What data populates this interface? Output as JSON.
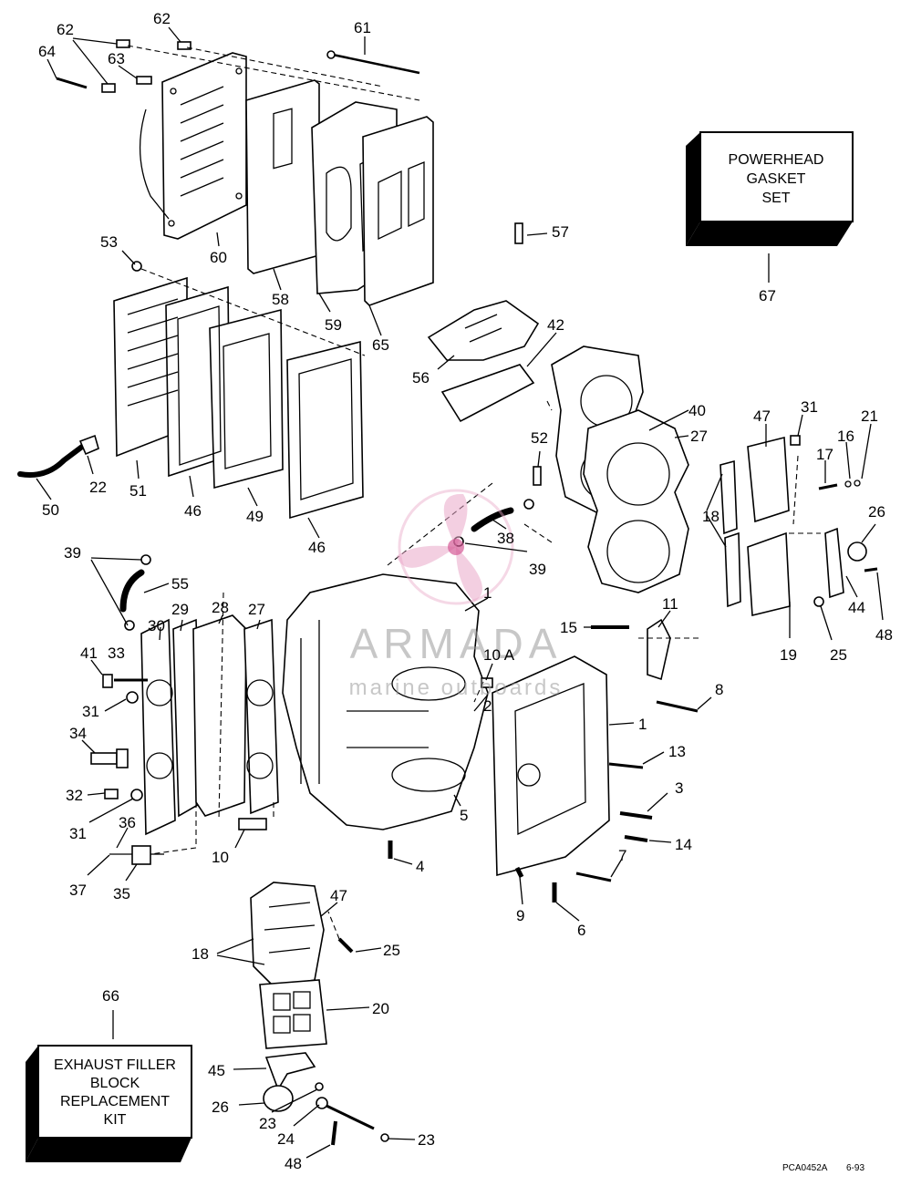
{
  "boxes": {
    "powerhead": [
      "POWERHEAD",
      "GASKET",
      "SET"
    ],
    "exhaust": [
      "EXHAUST FILLER",
      "BLOCK",
      "REPLACEMENT",
      "KIT"
    ]
  },
  "watermark": {
    "brand": "ARMADA",
    "tagline": "marine outboards"
  },
  "reference": {
    "code": "PCA0452A",
    "date": "6-93"
  },
  "labels": {
    "l62a": "62",
    "l62b": "62",
    "l64": "64",
    "l63": "63",
    "l61": "61",
    "l60": "60",
    "l58": "58",
    "l59": "59",
    "l65": "65",
    "l67": "67",
    "l53": "53",
    "l57": "57",
    "l42": "42",
    "l56": "56",
    "l40": "40",
    "l27a": "27",
    "l31a": "31",
    "l47a": "47",
    "l21": "21",
    "l16": "16",
    "l17": "17",
    "l52": "52",
    "l18a": "18",
    "l26a": "26",
    "l22": "22",
    "l51": "51",
    "l46a": "46",
    "l49": "49",
    "l46b": "46",
    "l50": "50",
    "l38": "38",
    "l39a": "39",
    "l39b": "39",
    "l55": "55",
    "l44": "44",
    "l48a": "48",
    "l1a": "1",
    "l19": "19",
    "l25a": "25",
    "l30": "30",
    "l29": "29",
    "l28": "28",
    "l27b": "27",
    "l11": "11",
    "l15": "15",
    "l10a": "10 A",
    "l41": "41",
    "l33": "33",
    "l2": "2",
    "l8": "8",
    "l31b": "31",
    "l1b": "1",
    "l34": "34",
    "l13": "13",
    "l32": "32",
    "l3": "3",
    "l5": "5",
    "l31c": "31",
    "l36": "36",
    "l14": "14",
    "l10": "10",
    "l4": "4",
    "l7": "7",
    "l37": "37",
    "l35": "35",
    "l9": "9",
    "l6": "6",
    "l47b": "47",
    "l18b": "18",
    "l25b": "25",
    "l20": "20",
    "l66": "66",
    "l45": "45",
    "l26b": "26",
    "l23a": "23",
    "l24": "24",
    "l23b": "23",
    "l48b": "48"
  }
}
